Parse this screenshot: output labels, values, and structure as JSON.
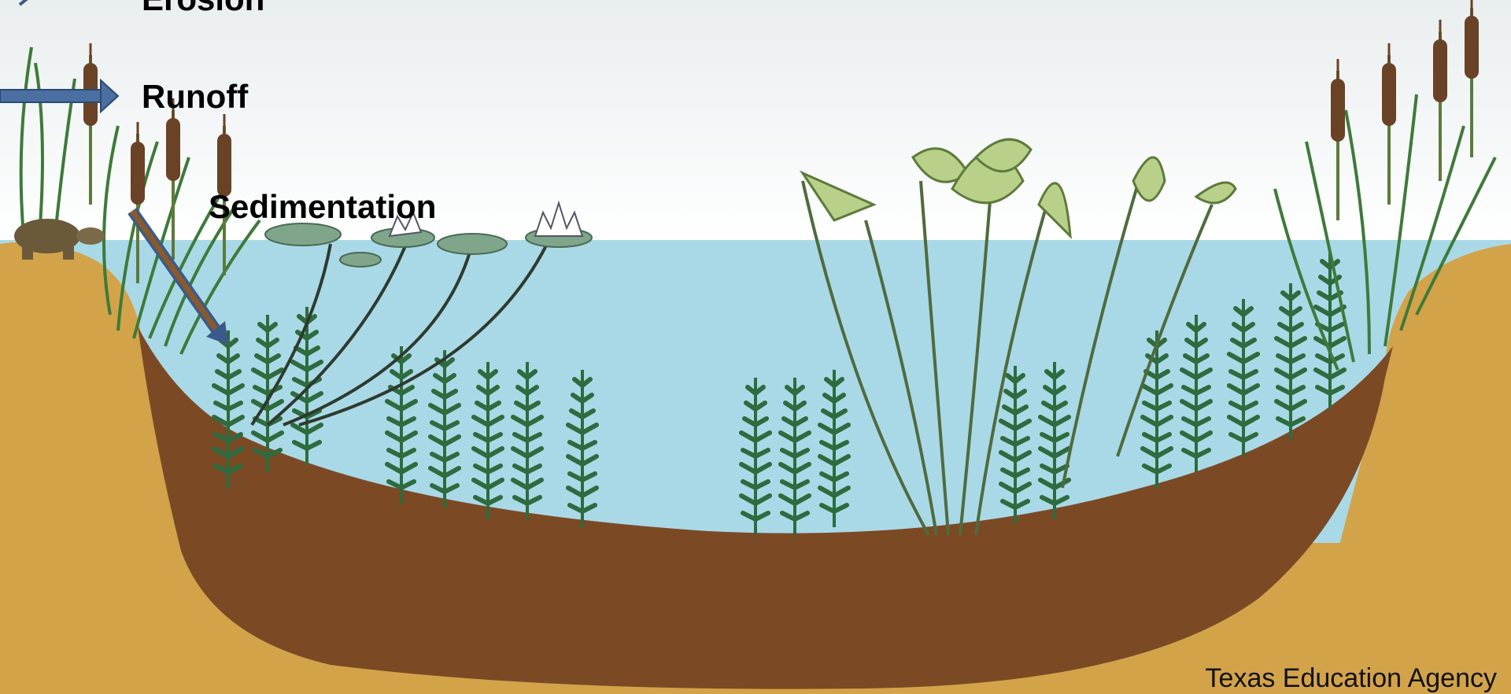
{
  "labels": {
    "erosion": "Erosion",
    "runoff": "Runoff",
    "sedimentation": "Sedimentation"
  },
  "credit": "Texas Education Agency",
  "colors": {
    "sky_top": "#e9eeef",
    "water": "#a9d9e7",
    "sand": "#d3a34a",
    "sediment": "#7b4a25",
    "plant_dark": "#2e6b3e",
    "plant_light": "#b8d08a",
    "cattail": "#6a4226",
    "arrow": "#3b5a8a"
  },
  "icons": [
    "turtle-icon",
    "cattail-icon",
    "water-lily-icon",
    "pondweed-icon",
    "arrowhead-plant-icon"
  ]
}
